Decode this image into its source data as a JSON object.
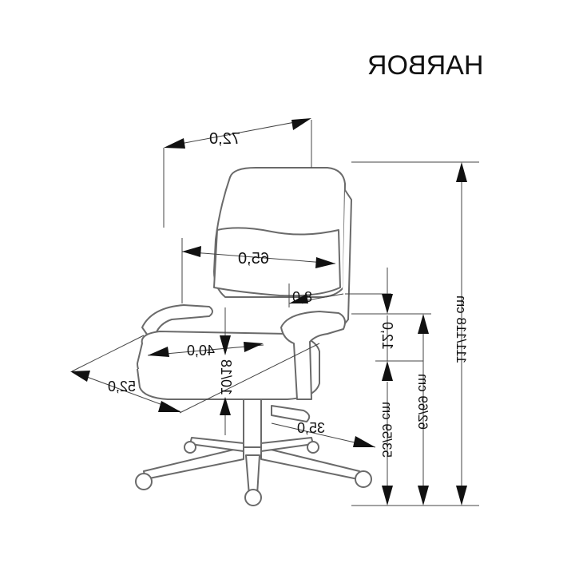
{
  "title": "HARBOR",
  "dimensions": {
    "total_width": "72,0",
    "back_width": "65,0",
    "back_depth": "8,0",
    "armrest_height": "12,0",
    "seat_width": "40,0",
    "seat_depth": "52,0",
    "seat_adjust": "10/18",
    "base_radius": "35,0",
    "seat_height": "53/59 cm",
    "armrest_total_height": "62/69 cm",
    "total_height": "111/118 cm"
  }
}
